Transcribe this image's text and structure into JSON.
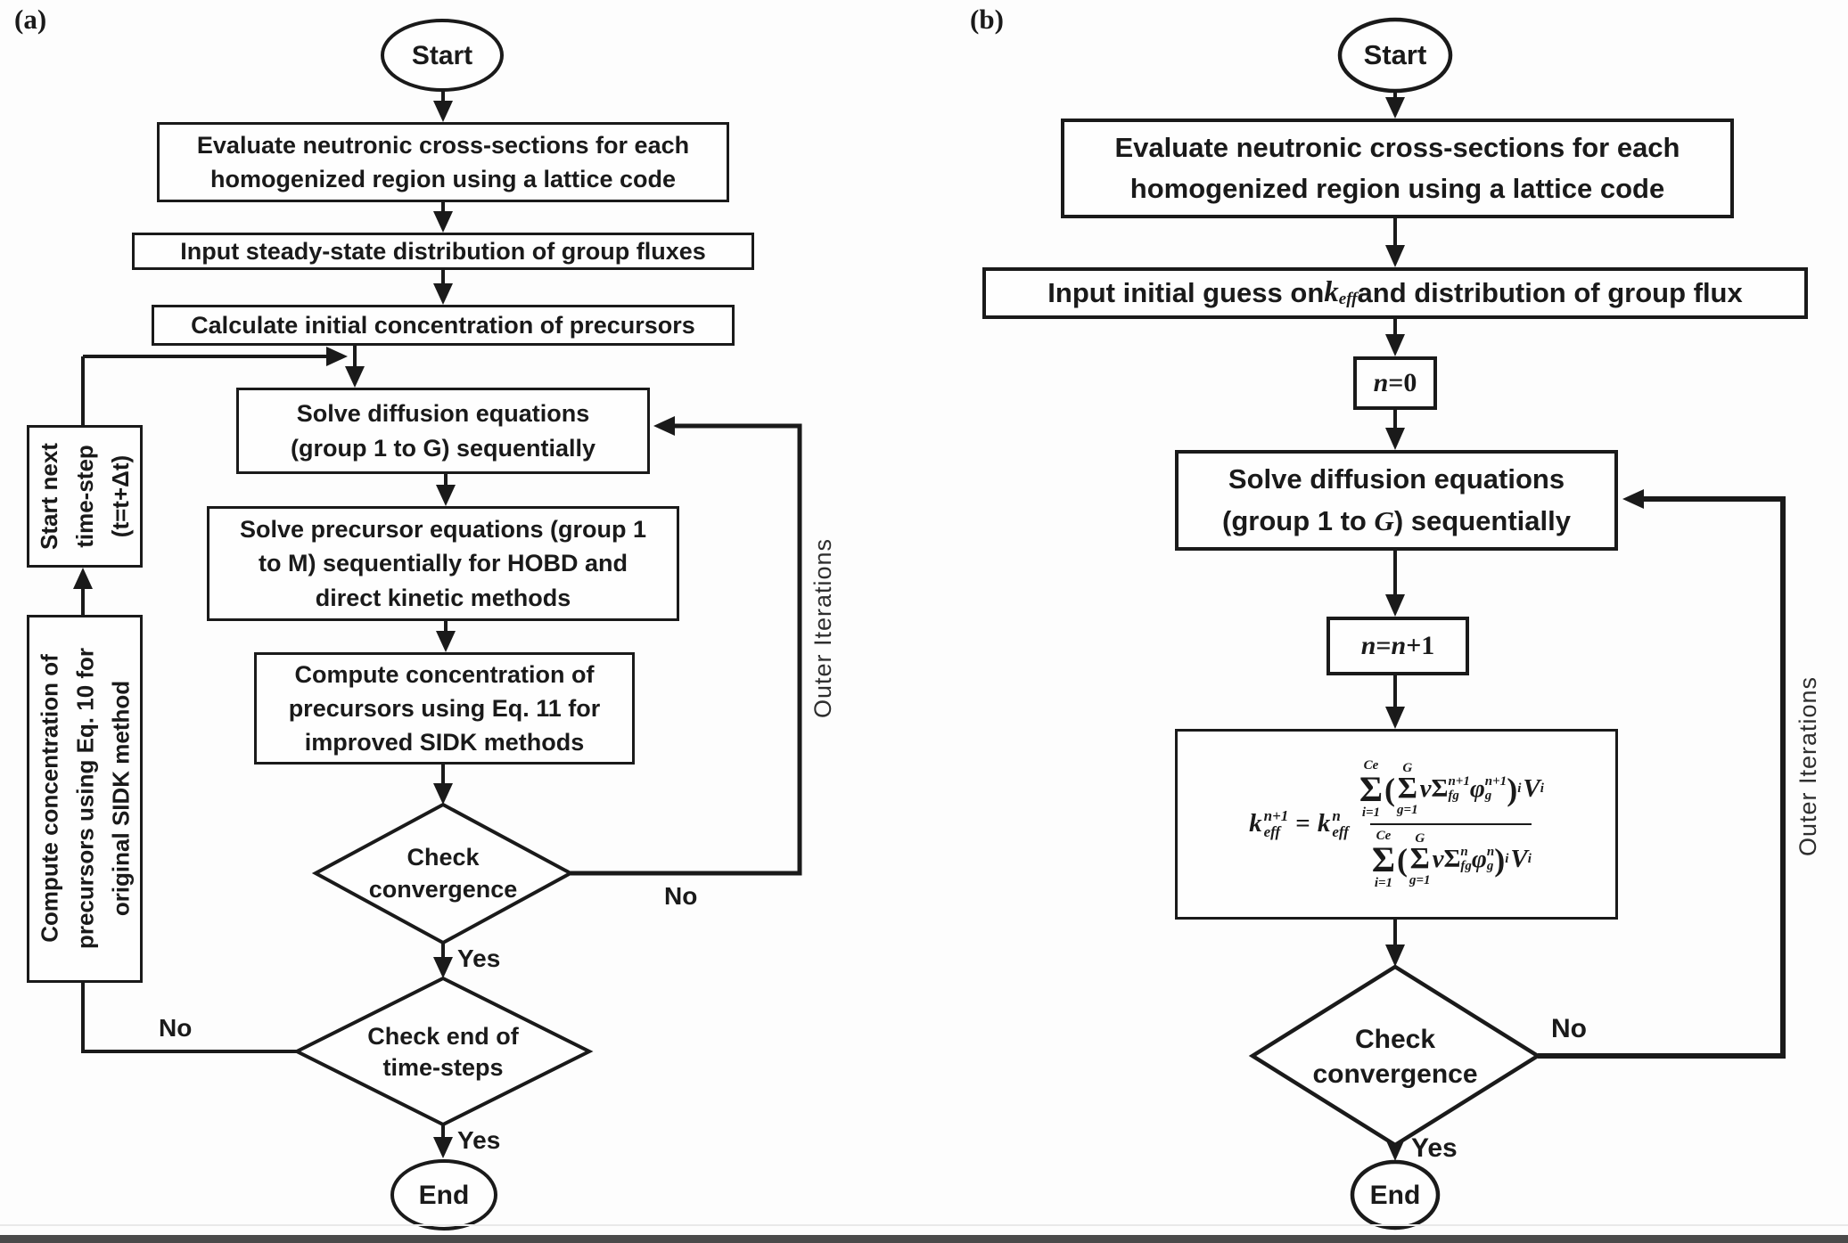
{
  "panel_a": {
    "label": "(a)",
    "start_label": "Start",
    "end_label": "End",
    "box_evaluate_line1": "Evaluate neutronic cross-sections for each",
    "box_evaluate_line2": "homogenized region using a lattice code",
    "box_input": "Input steady-state distribution of group fluxes",
    "box_calculate": "Calculate initial concentration of precursors",
    "box_solve_diffusion_line1": "Solve diffusion equations",
    "box_solve_diffusion_line2": "(group 1 to G) sequentially",
    "box_solve_precursor_line1": "Solve precursor equations (group 1",
    "box_solve_precursor_line2": "to M) sequentially for HOBD and",
    "box_solve_precursor_line3": "direct kinetic methods",
    "box_compute_line1": "Compute concentration of",
    "box_compute_line2": "precursors using Eq. 11 for",
    "box_compute_line3": "improved SIDK methods",
    "diamond_convergence_line1": "Check",
    "diamond_convergence_line2": "convergence",
    "diamond_timesteps_line1": "Check end of",
    "diamond_timesteps_line2": "time-steps",
    "side_next_step_line1": "Start next",
    "side_next_step_line2": "time-step",
    "side_next_step_line3": "(t=t+Δt)",
    "side_compute_line1": "Compute concentration of",
    "side_compute_line2": "precursors using Eq. 10 for",
    "side_compute_line3": "original SIDK method",
    "outer_iterations": "Outer Iterations",
    "label_no_convergence": "No",
    "label_yes_convergence": "Yes",
    "label_no_timesteps": "No",
    "label_yes_timesteps": "Yes"
  },
  "panel_b": {
    "label": "(b)",
    "start_label": "Start",
    "end_label": "End",
    "box_evaluate_line1": "Evaluate neutronic cross-sections for each",
    "box_evaluate_line2": "homogenized region using a lattice code",
    "box_guess_pre": "Input initial guess on ",
    "box_guess_var": "k",
    "box_guess_var_sub": "eff",
    "box_guess_post": " and distribution of group flux",
    "box_n0_var": "n",
    "box_n0_rest": "=0",
    "box_solve_line1": "Solve diffusion equations",
    "box_solve_line2_pre": "(group 1 to ",
    "box_solve_line2_var": "G",
    "box_solve_line2_post": ") sequentially",
    "box_iter_var1": "n",
    "box_iter_eq": "=",
    "box_iter_var2": "n",
    "box_iter_rest": "+1",
    "diamond_line1": "Check",
    "diamond_line2": "convergence",
    "outer_iterations": "Outer Iterations",
    "label_no": "No",
    "label_yes": "Yes",
    "formula": {
      "lhs_base": "k",
      "lhs_sup": "n+1",
      "lhs_sub": "eff",
      "equals": "=",
      "mid_base": "k",
      "mid_sup": "n",
      "mid_sub": "eff",
      "sigma_big": "Σ",
      "outer_top": "Ce",
      "outer_bottom": "i=1",
      "inner_top": "G",
      "inner_bottom": "g=1",
      "open_paren": "(",
      "close_paren": ")",
      "nu": "ν",
      "cap_sigma": "Σ",
      "num_sup": "n+1",
      "den_sup": "n",
      "fg_sub": "fg",
      "phi": "φ",
      "phi_num_sup": "n+1",
      "phi_den_sup": "n",
      "phi_sub": "g",
      "idx_sub": "i",
      "vol_base": "V",
      "vol_sub": "i"
    }
  },
  "colors": {
    "ink": "#1a1a1a",
    "background": "#fdfdfd",
    "bottom_band": "#4a4a4a"
  }
}
